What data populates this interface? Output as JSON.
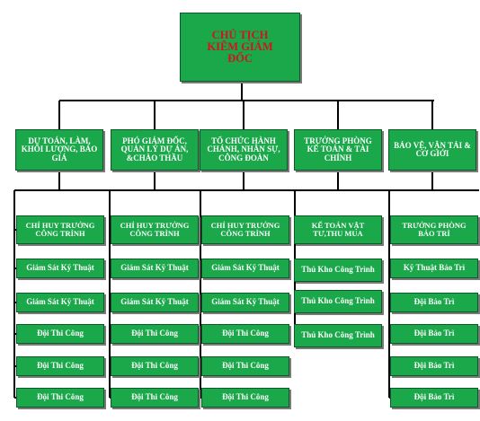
{
  "chart": {
    "top": "CHỦ TỊCH\nKIÊM GIÁM\nĐỐC",
    "columns": [
      {
        "head": "DỰ TOÁN, LÀM, KHỐI LƯỢNG, BÁO GIÁ",
        "lead": "CHỈ HUY TRƯỞNG CÔNG TRÌNH",
        "items": [
          "Giám Sát Kỹ Thuật",
          "Giám Sát Kỹ Thuật",
          "Đội Thi Công",
          "Đội Thi Công",
          "Đội Thi Công"
        ]
      },
      {
        "head": "PHÓ GIÁM ĐỐC, QUẢN LÝ DỰ ÁN, &CHÀO THẦU",
        "lead": "CHỈ HUY TRƯỞNG CÔNG TRÌNH",
        "items": [
          "Giám Sát Kỹ Thuật",
          "Giám Sát Kỹ Thuật",
          "Đội Thi Công",
          "Đội Thi Công",
          "Đội Thi Công"
        ]
      },
      {
        "head": "TỔ CHỨC HÀNH CHÁNH, NHÂN SỰ, CÔNG ĐOÀN",
        "lead": "CHỈ HUY TRƯỞNG CÔNG TRÌNH",
        "items": [
          "Giám Sát Kỹ Thuật",
          "Giám Sát Kỹ Thuật",
          "Đội Thi Công",
          "Đội Thi Công",
          "Đội Thi Công"
        ]
      },
      {
        "head": "TRƯỞNG PHÒNG KẾ TOÁN & TÀI CHÍNH",
        "lead": "KẾ TOÁN VẬT TƯ,THU MUA",
        "items": [
          "Thủ Kho Công Trình",
          "Thủ Kho Công Trình",
          "Thủ Kho Công Trình"
        ]
      },
      {
        "head": "BẢO VỆ, VẬN TẢI & CƠ GIỚI",
        "lead": "TRƯỞNG PHÒNG BẢO TRÌ",
        "items": [
          "Kỹ Thuật Bảo Trì",
          "Đội Bảo Trì",
          "Đội Bảo Trì",
          "Đội Bảo Trì",
          "Đội Bảo Trì"
        ]
      }
    ]
  }
}
